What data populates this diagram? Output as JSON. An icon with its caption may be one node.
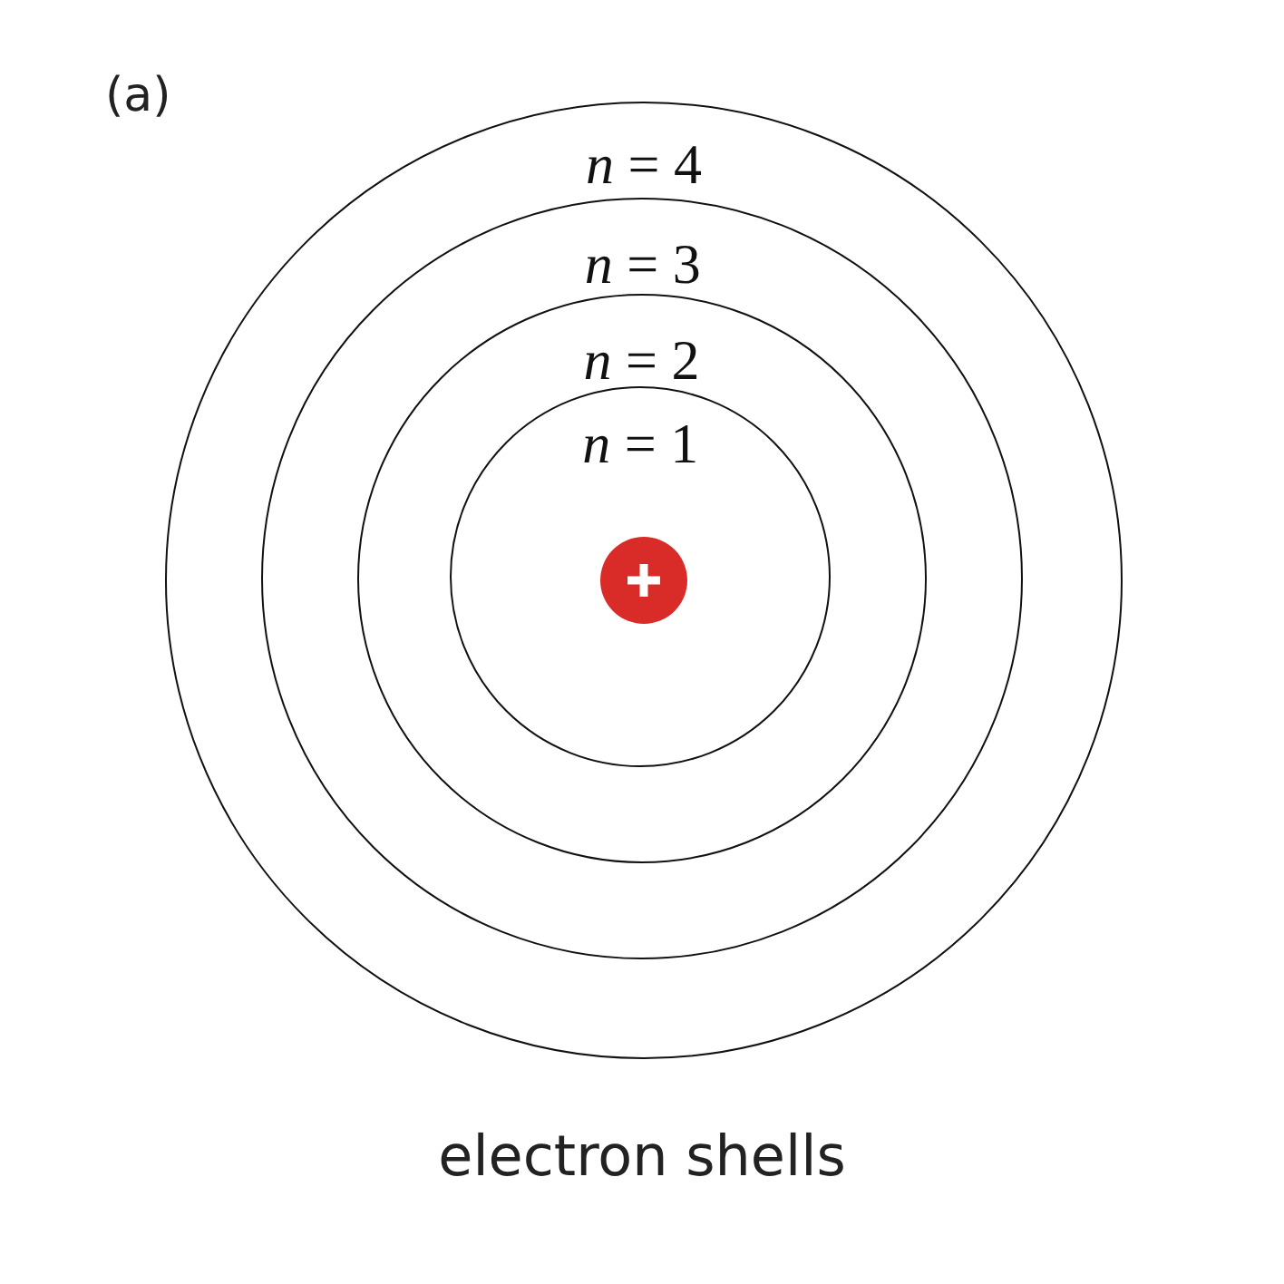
{
  "diagram": {
    "caption": "electron shells",
    "nodes": [
      {
        "text": [
          "*n* = 4"
        ]
      },
      {
        "text": [
          "*n* = 3"
        ],
        "in": 0
      },
      {
        "text": [
          "*n* = 2"
        ],
        "in": 1
      },
      {
        "text": [
          "*n* = 1"
        ],
        "in": 2
      }
    ],
    "labels": [
      "(a)"
    ]
  }
}
